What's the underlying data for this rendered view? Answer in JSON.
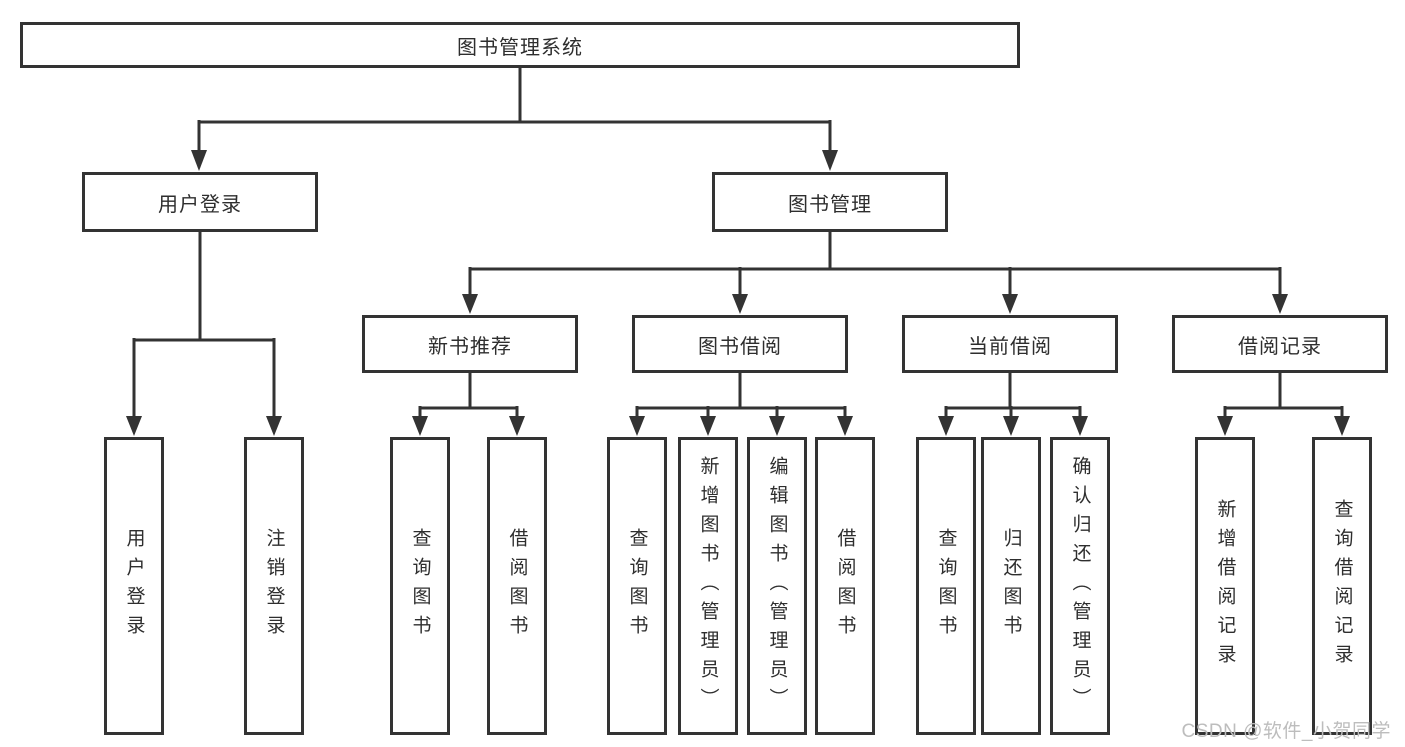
{
  "diagram": {
    "title": "图书管理系统",
    "type": "hierarchy-tree"
  },
  "colors": {
    "line": "#333333",
    "box_border": "#333333",
    "text": "#2e2e2e",
    "watermark": "#bdbdbd",
    "background": "#ffffff"
  },
  "watermark": {
    "text": "CSDN @软件_小贺同学"
  },
  "tree": {
    "root": {
      "label": "图书管理系统"
    },
    "branches": [
      {
        "label": "用户登录",
        "children": [
          {
            "label": "用户登录"
          },
          {
            "label": "注销登录"
          }
        ]
      },
      {
        "label": "图书管理",
        "children": [
          {
            "label": "新书推荐",
            "children": [
              {
                "label": "查询图书"
              },
              {
                "label": "借阅图书"
              }
            ]
          },
          {
            "label": "图书借阅",
            "children": [
              {
                "label": "查询图书"
              },
              {
                "label": "新增图书（管理员）"
              },
              {
                "label": "编辑图书（管理员）"
              },
              {
                "label": "借阅图书"
              }
            ]
          },
          {
            "label": "当前借阅",
            "children": [
              {
                "label": "查询图书"
              },
              {
                "label": "归还图书"
              },
              {
                "label": "确认归还（管理员）"
              }
            ]
          },
          {
            "label": "借阅记录",
            "children": [
              {
                "label": "新增借阅记录"
              },
              {
                "label": "查询借阅记录"
              }
            ]
          }
        ]
      }
    ]
  }
}
